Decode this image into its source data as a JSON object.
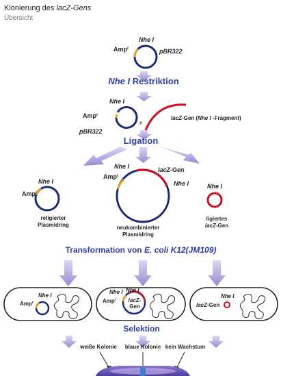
{
  "header": {
    "title_prefix": "Klonierung des ",
    "title_gene": "lacZ-Gens",
    "subtitle": "Übersicht"
  },
  "labels": {
    "nhe": "Nhe I",
    "amp": "Amp",
    "amp_sup": "r",
    "pbr": "pBR322",
    "restriction_enzyme": "Nhe I",
    "restriction_word": " Restriktion",
    "plus": "+",
    "lacz_fragment_italic": "lacZ",
    "lacz_fragment_rest": "-Gen (",
    "lacz_fragment_enzyme": "Nhe I",
    "lacz_fragment_tail": " -Fragment)",
    "ligation": "Ligation",
    "lacz_gen_italic": "lacZ",
    "lacz_gen_rest": "-Gen",
    "religierter_1": "religierter",
    "religierter_2": "Plasmidring",
    "neukomb_1": "neukombinierter",
    "neukomb_2": "Plasmidring",
    "ligiertes_1": "ligiertes",
    "ligiertes_2_italic": "lacZ",
    "ligiertes_2_rest": "-Gen",
    "transformation_prefix": "Transformation von ",
    "transformation_organism": "E. coli K12(JM109)",
    "cell_lacz_1": "lacZ-",
    "cell_lacz_2": "Gen",
    "selektion": "Selektion",
    "weisse_kolonie": "weiße Kolonie",
    "blaue_kolonie": "blaue Kolonie",
    "kein_wachstum": "kein Wachstum"
  },
  "colors": {
    "plasmid_blue": "#1a2a7a",
    "amp_orange": "#f0a020",
    "lacz_red": "#cc1020",
    "heading_blue": "#2b3fa0",
    "arrow_lavender": "#a89ad8",
    "plate_purple": "#6c58b8"
  }
}
